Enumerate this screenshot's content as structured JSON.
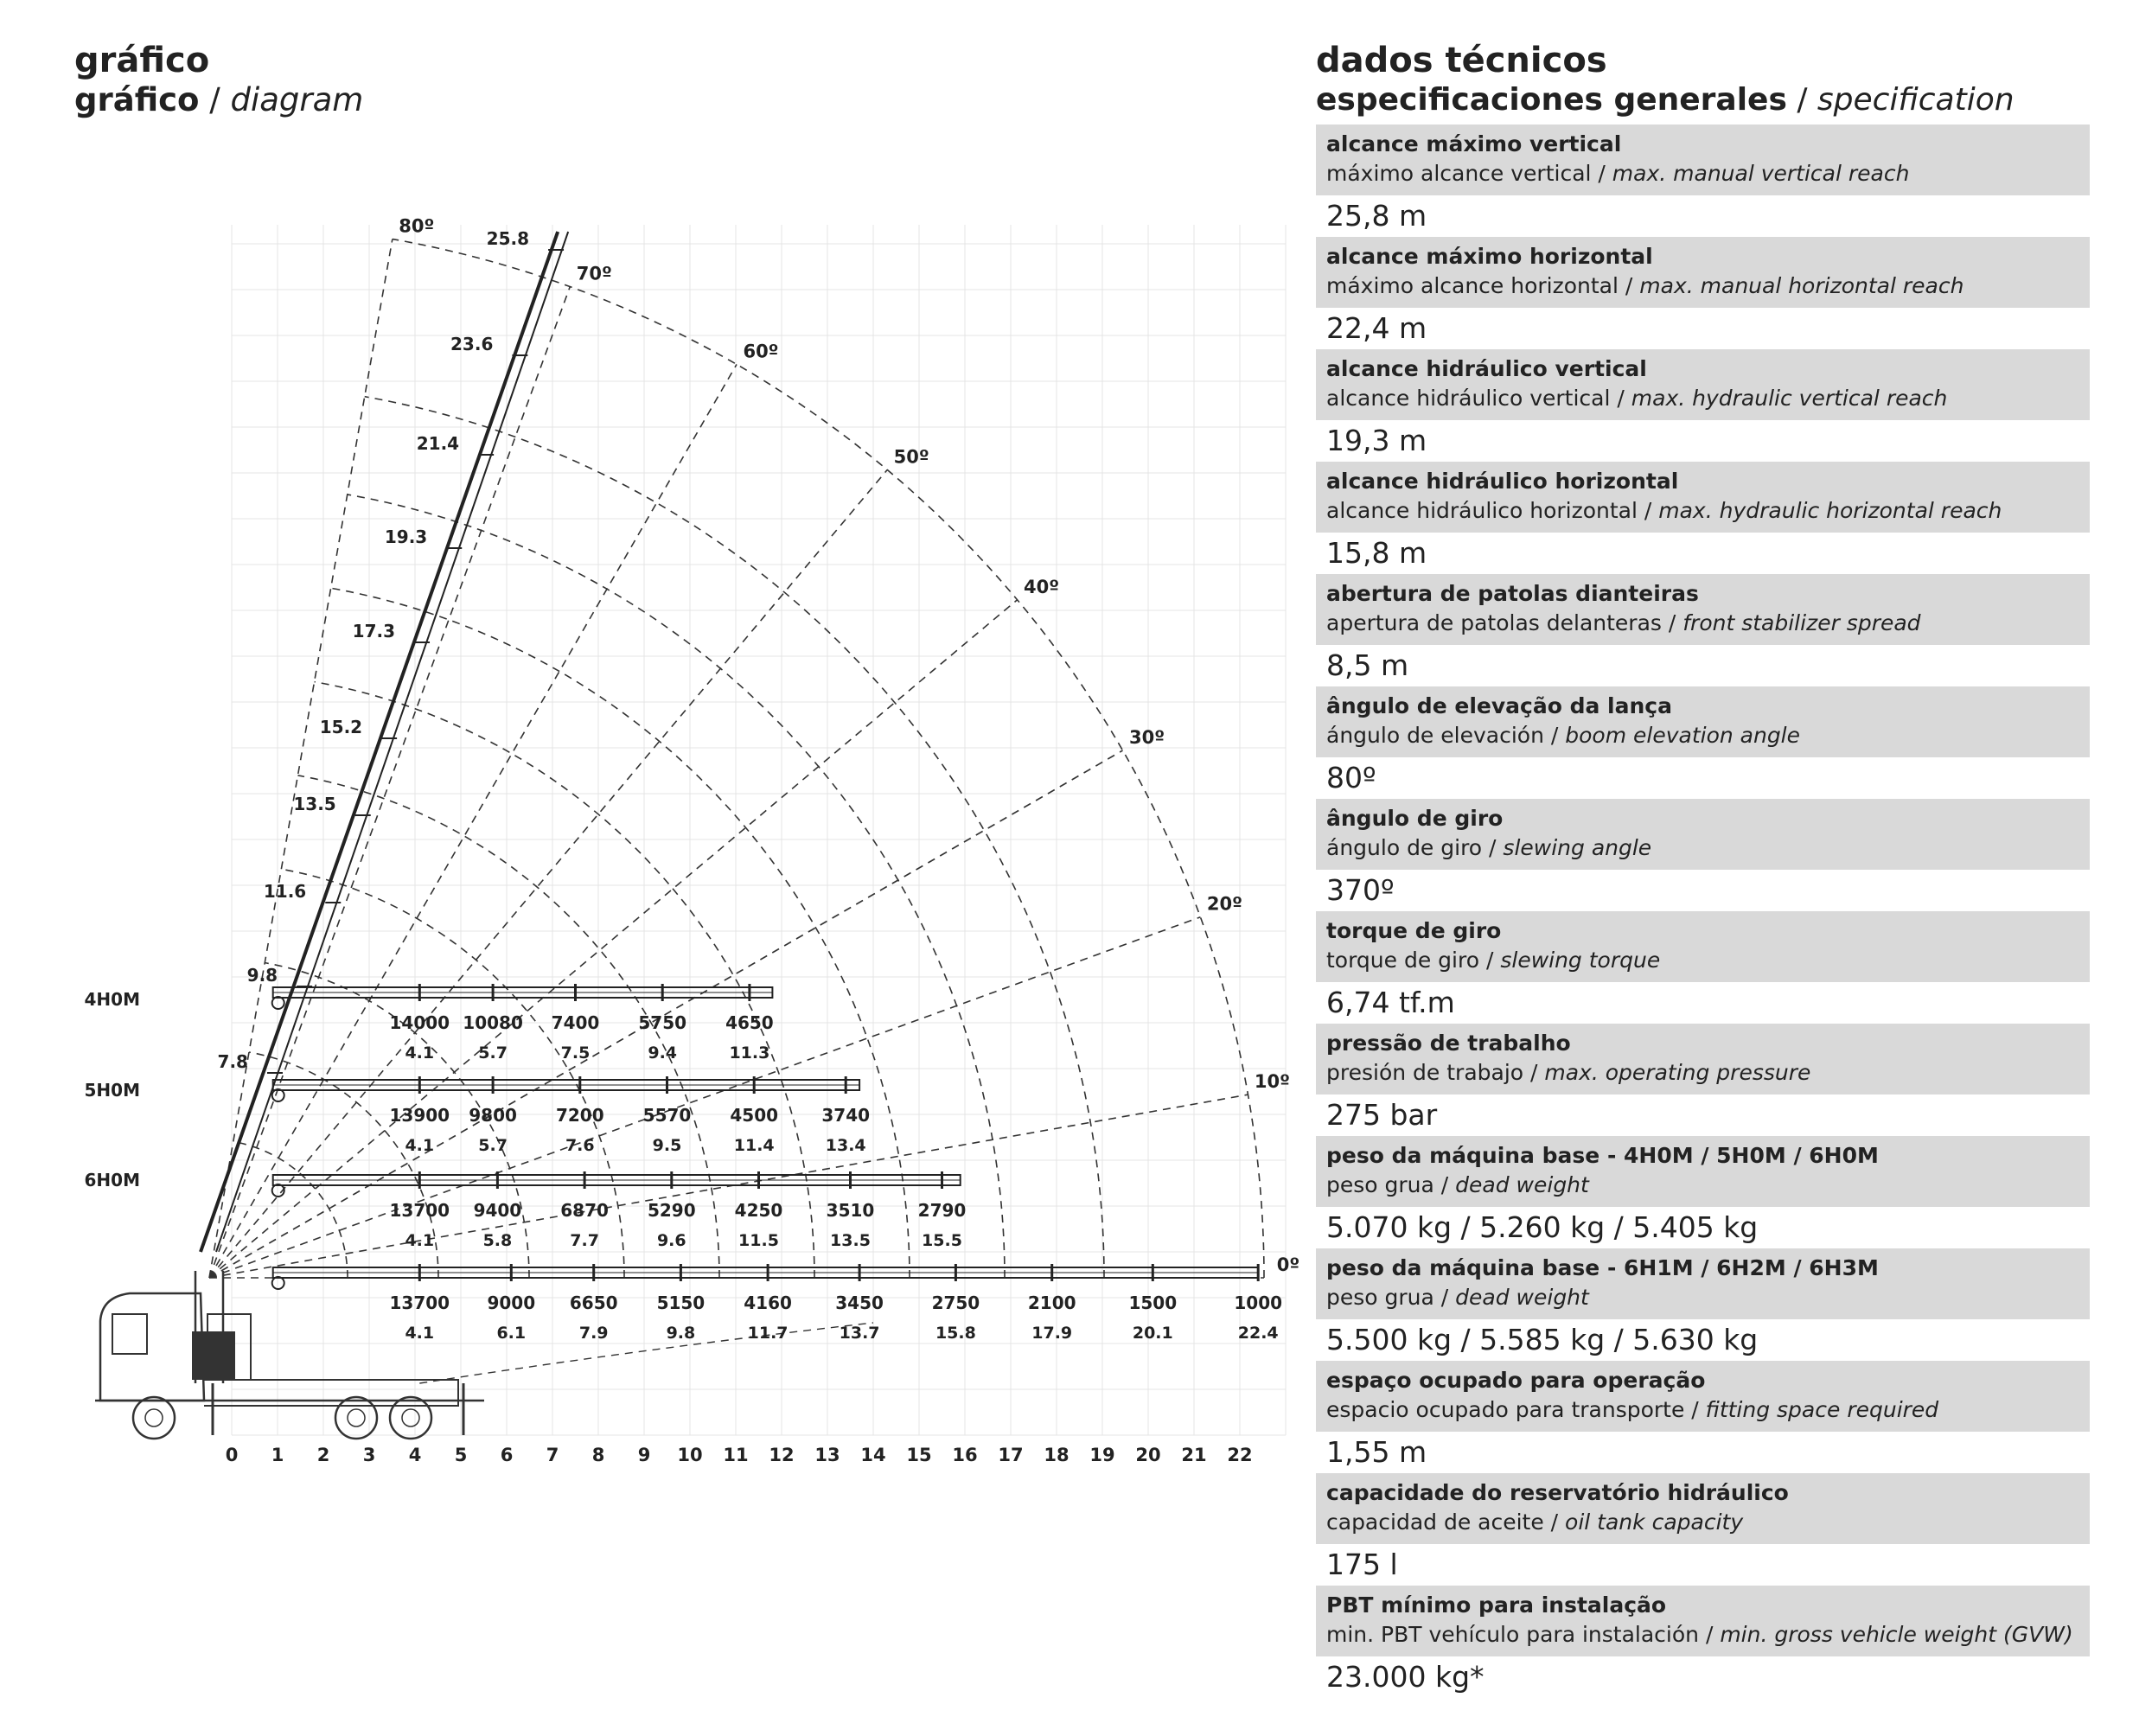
{
  "left": {
    "title": "gráfico",
    "sub_bold": "gráfico",
    "sub_sep": " / ",
    "sub_italic": "diagram"
  },
  "right": {
    "title": "dados técnicos",
    "sub_bold": "especificaciones generales",
    "sub_sep": " / ",
    "sub_italic": "specification"
  },
  "specs": [
    {
      "pt": "alcance máximo vertical",
      "es": "máximo alcance vertical",
      "en": "max. manual vertical reach",
      "value": "25,8 m"
    },
    {
      "pt": "alcance máximo horizontal",
      "es": "máximo alcance horizontal",
      "en": "max. manual horizontal reach",
      "value": "22,4 m"
    },
    {
      "pt": "alcance hidráulico vertical",
      "es": "alcance hidráulico vertical",
      "en": "max. hydraulic vertical reach",
      "value": "19,3 m"
    },
    {
      "pt": "alcance hidráulico horizontal",
      "es": "alcance hidráulico horizontal",
      "en": "max. hydraulic horizontal reach",
      "value": "15,8 m"
    },
    {
      "pt": "abertura de patolas dianteiras",
      "es": "apertura de patolas delanteras",
      "en": "front stabilizer spread",
      "value": "8,5 m"
    },
    {
      "pt": "ângulo de elevação da lança",
      "es": "ángulo de elevación",
      "en": "boom elevation angle",
      "value": "80º"
    },
    {
      "pt": "ângulo de giro",
      "es": "ángulo de giro",
      "en": "slewing angle",
      "value": "370º"
    },
    {
      "pt": "torque de giro",
      "es": "torque de giro",
      "en": "slewing torque",
      "value": "6,74 tf.m"
    },
    {
      "pt": "pressão de trabalho",
      "es": "presión de trabajo",
      "en": "max. operating pressure",
      "value": "275 bar"
    },
    {
      "pt": "peso da máquina base - 4H0M / 5H0M / 6H0M",
      "es": "peso grua",
      "en": "dead weight",
      "value": "5.070 kg / 5.260 kg / 5.405 kg"
    },
    {
      "pt": "peso da máquina base - 6H1M / 6H2M / 6H3M",
      "es": "peso grua",
      "en": "dead weight",
      "value": "5.500 kg / 5.585 kg / 5.630 kg"
    },
    {
      "pt": "espaço ocupado para operação",
      "es": "espacio ocupado para transporte",
      "en": "fitting space required",
      "value": "1,55 m"
    },
    {
      "pt": "capacidade do reservatório hidráulico",
      "es": "capacidad de aceite",
      "en": "oil tank capacity",
      "value": "175 l"
    },
    {
      "pt": "PBT mínimo para instalação",
      "es": "min. PBT vehículo para instalación",
      "en": "min. gross vehicle weight (GVW)",
      "value": "23.000 kg*"
    }
  ],
  "diagram": {
    "x_ticks": [
      "0",
      "1",
      "2",
      "3",
      "4",
      "5",
      "6",
      "7",
      "8",
      "9",
      "10",
      "11",
      "12",
      "13",
      "14",
      "15",
      "16",
      "17",
      "18",
      "19",
      "20",
      "21",
      "22"
    ],
    "angle_labels": [
      "80º",
      "70º",
      "60º",
      "50º",
      "40º",
      "30º",
      "20º",
      "10º",
      "0º"
    ],
    "height_labels": [
      "25.8",
      "23.6",
      "21.4",
      "19.3",
      "17.3",
      "15.2",
      "13.5",
      "11.6",
      "9.8",
      "7.8"
    ],
    "config_labels": [
      "4H0M",
      "5H0M",
      "6H0M"
    ],
    "booms": [
      {
        "loads": [
          "14000",
          "10080",
          "7400",
          "5750",
          "4650"
        ],
        "reach": [
          "4.1",
          "5.7",
          "7.5",
          "9.4",
          "11.3"
        ]
      },
      {
        "loads": [
          "13900",
          "9800",
          "7200",
          "5570",
          "4500",
          "3740"
        ],
        "reach": [
          "4.1",
          "5.7",
          "7.6",
          "9.5",
          "11.4",
          "13.4"
        ]
      },
      {
        "loads": [
          "13700",
          "9400",
          "6870",
          "5290",
          "4250",
          "3510",
          "2790"
        ],
        "reach": [
          "4.1",
          "5.8",
          "7.7",
          "9.6",
          "11.5",
          "13.5",
          "15.5"
        ]
      },
      {
        "loads": [
          "13700",
          "9000",
          "6650",
          "5150",
          "4160",
          "3450",
          "2750",
          "2100",
          "1500",
          "1000"
        ],
        "reach": [
          "4.1",
          "6.1",
          "7.9",
          "9.8",
          "11.7",
          "13.7",
          "15.8",
          "17.9",
          "20.1",
          "22.4"
        ]
      }
    ]
  }
}
